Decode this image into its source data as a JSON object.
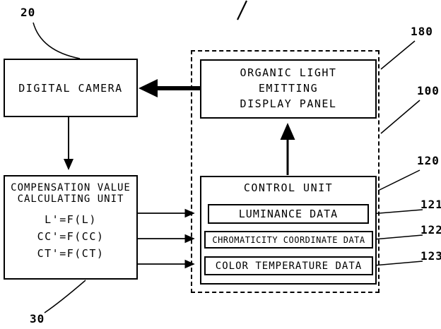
{
  "refs": {
    "camera": "20",
    "panel": "180",
    "system": "100",
    "control": "120",
    "luminance": "121",
    "chromaticity": "122",
    "color_temperature": "123",
    "compensation": "30"
  },
  "boxes": {
    "digital_camera": {
      "label": "DIGITAL CAMERA"
    },
    "display_panel": {
      "lines": [
        "ORGANIC LIGHT",
        "EMITTING",
        "DISPLAY PANEL"
      ]
    },
    "control_unit": {
      "label": "CONTROL UNIT"
    },
    "luminance_data": {
      "label": "LUMINANCE DATA"
    },
    "chromaticity_data": {
      "label": "CHROMATICITY COORDINATE DATA"
    },
    "color_temperature_data": {
      "label": "COLOR TEMPERATURE DATA"
    },
    "compensation_unit": {
      "title_lines": [
        "COMPENSATION VALUE",
        "CALCULATING UNIT"
      ],
      "formulas": [
        "L'=F(L)",
        "CC'=F(CC)",
        "CT'=F(CT)"
      ]
    }
  },
  "colors": {
    "line": "#000000",
    "background": "#ffffff"
  }
}
